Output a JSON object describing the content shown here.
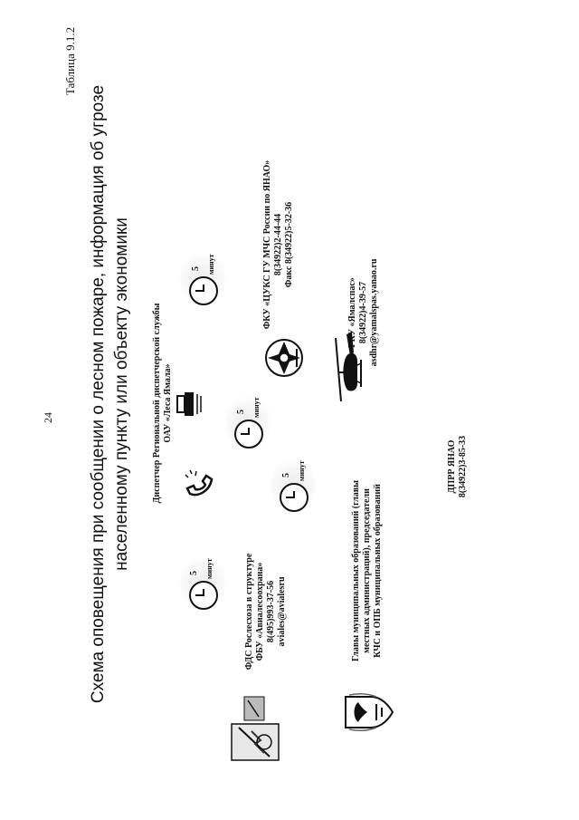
{
  "page_number": "24",
  "table_label": "Таблица 9.1.2",
  "title": {
    "line1": "Схема оповещения при сообщении о лесном пожаре, информация об угрозе",
    "line2": "населенному пункту или объекту экономики"
  },
  "regional_dispatch": {
    "line1": "Диспетчер Региональной диспетчерской службы",
    "line2": "ОАУ «Леса Ямала»"
  },
  "fds": {
    "line1": "ФДС Рослесхоза в структуре",
    "line2": "ФБУ «Авиалесоохрана»",
    "line3": "8(495)993-37-56",
    "line4": "aviales@avialesru"
  },
  "fku": {
    "line1": "ФКУ «ЦУКС ГУ МЧС России по ЯНАО»",
    "line2": "8(34922)2-44-44",
    "line3": "Факс 8(34922)5-32-36"
  },
  "gku": {
    "line1": "ГКУ «Ямалспас»",
    "line2": "8(34922)4-39-57",
    "line3": "asdhr@yamalspas.yanao.ru"
  },
  "heads": {
    "line1": "Главы муниципальных образований (главы",
    "line2": "местных администраций), председатели",
    "line3": "КЧС и ОПБ муниципальных образований"
  },
  "diprr": {
    "line1": "ДПРР ЯНАО",
    "line2": "8(34922)3-85-33"
  },
  "clocks": [
    {
      "value": "5",
      "label": "минут"
    },
    {
      "value": "5",
      "label": "минут"
    },
    {
      "value": "5",
      "label": "минут"
    },
    {
      "value": "5",
      "label": "минут"
    }
  ],
  "icons": [
    "avialesookhrana-emblem-icon",
    "phone-icon",
    "fax-icon",
    "mchs-emblem-icon",
    "helicopter-icon",
    "yanao-coat-of-arms-icon"
  ]
}
